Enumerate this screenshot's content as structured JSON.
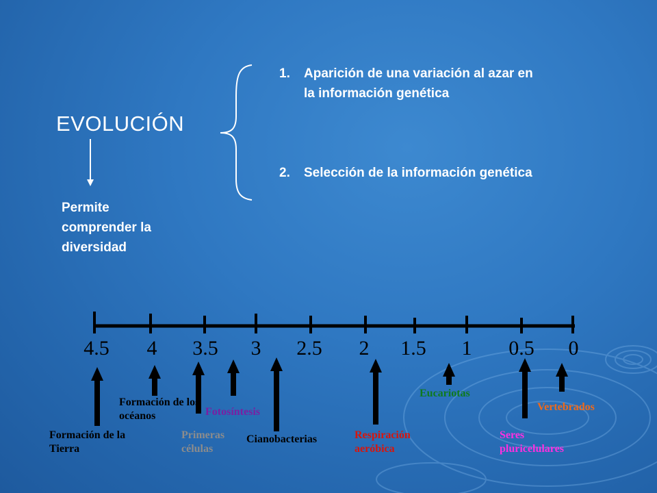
{
  "title": "EVOLUCIÓN",
  "consequence": "Permite comprender la diversidad",
  "points": [
    {
      "number": "1.",
      "text": "Aparición de una variación al azar en la información genética"
    },
    {
      "number": "2.",
      "text": "Selección de la información genética"
    }
  ],
  "timeline": {
    "ticks": [
      "4.5",
      "4",
      "3.5",
      "3",
      "2.5",
      "2",
      "1.5",
      "1",
      "0.5",
      "0"
    ],
    "events": [
      {
        "label": "Formación de la Tierra",
        "color": "#000000"
      },
      {
        "label": "Formación de los océanos",
        "color": "#000000"
      },
      {
        "label": "Primeras células",
        "color": "#8c8c8c"
      },
      {
        "label": "Fotosíntesis",
        "color": "#7a1fa2"
      },
      {
        "label": "Cianobacterias",
        "color": "#000000"
      },
      {
        "label": "Respiración aeróbica",
        "color": "#d8150c"
      },
      {
        "label": "Eucariotas",
        "color": "#0f7a1e"
      },
      {
        "label": "Seres pluricelulares",
        "color": "#ff2fe0"
      },
      {
        "label": "Vertebrados",
        "color": "#f06a1a"
      }
    ]
  }
}
